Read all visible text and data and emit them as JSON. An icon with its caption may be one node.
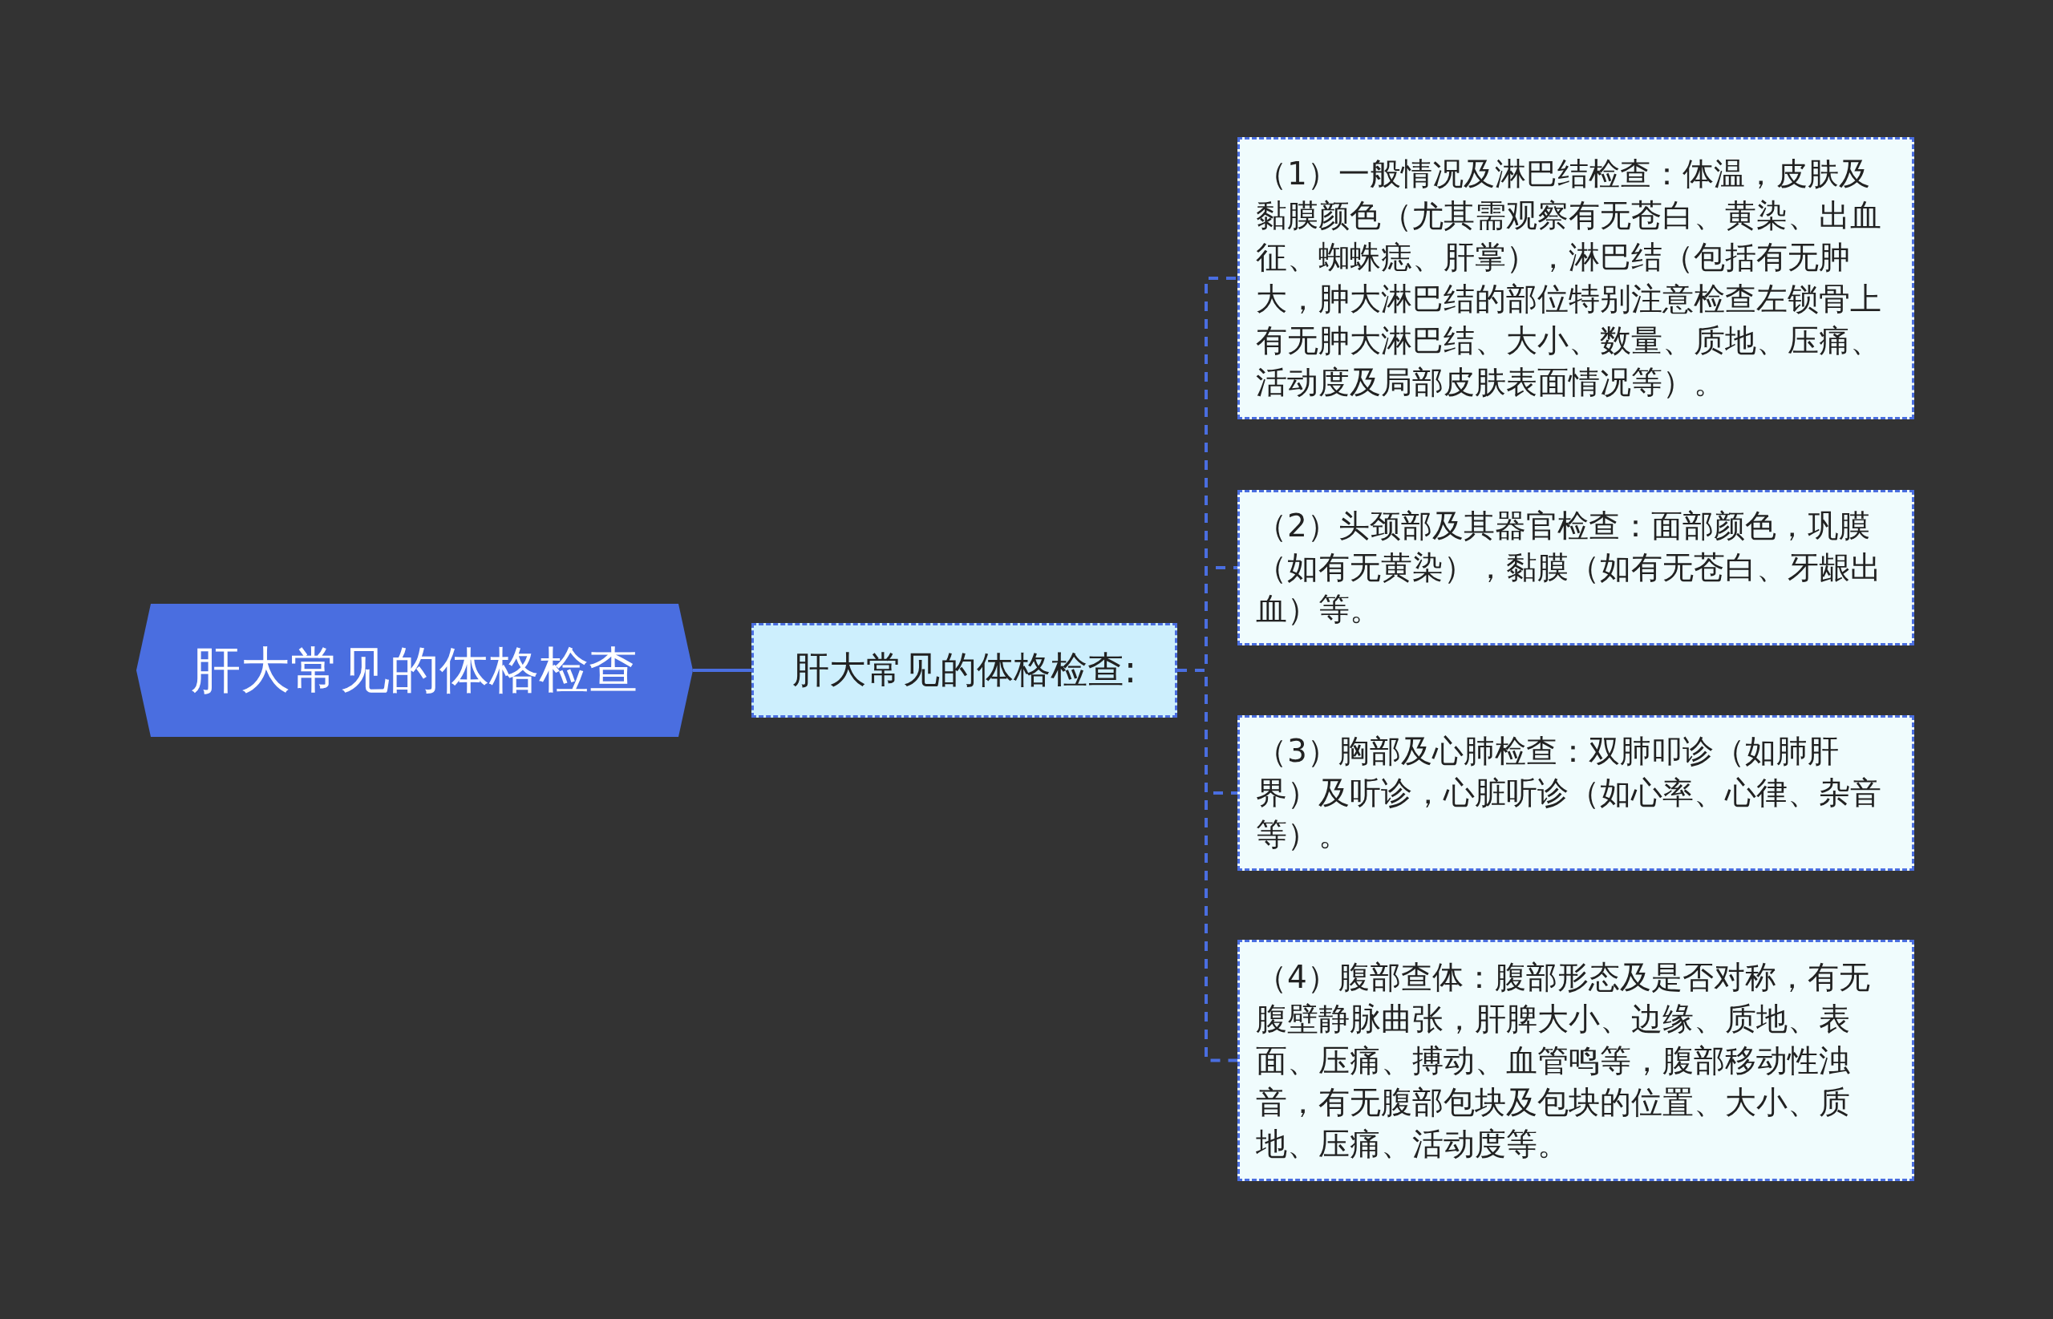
{
  "diagram": {
    "nodes": [
      {
        "text": [
          "肝大常见的体格检查"
        ]
      },
      {
        "text": [
          "肝大常见的体格检查:"
        ]
      },
      {
        "text": [
          "（1）一般情况及淋巴结检查：体温，皮肤及黏膜颜色（尤其需观察有无苍白、黄染、出血征、蜘蛛痣、肝掌），淋巴结（包括有无肿大，肿大淋巴结的部位特别注意检查左锁骨上有无肿大淋巴结、大小、数量、质地、压痛、活动度及局部皮肤表面情况等）。"
        ]
      },
      {
        "text": [
          "（2）头颈部及其器官检查：面部颜色，巩膜（如有无黄染），黏膜（如有无苍白、牙龈出血）等。"
        ]
      },
      {
        "text": [
          "（3）胸部及心肺检查：双肺叩诊（如肺肝界）及听诊，心脏听诊（如心率、心律、杂音等）。"
        ]
      },
      {
        "text": [
          "（4）腹部查体：腹部形态及是否对称，有无腹壁静脉曲张，肝脾大小、边缘、质地、表面、压痛、搏动、血管鸣等，腹部移动性浊音，有无腹部包块及包块的位置、大小、质地、压痛、活动度等。"
        ]
      }
    ],
    "edges": [
      {
        "from": 0,
        "to": 1,
        "arrow": "none"
      },
      {
        "from": 1,
        "to": 2,
        "arrow": "none",
        "style": "dashed"
      },
      {
        "from": 1,
        "to": 3,
        "arrow": "none",
        "style": "dashed"
      },
      {
        "from": 1,
        "to": 4,
        "arrow": "none",
        "style": "dashed"
      },
      {
        "from": 1,
        "to": 5,
        "arrow": "none",
        "style": "dashed"
      }
    ]
  }
}
